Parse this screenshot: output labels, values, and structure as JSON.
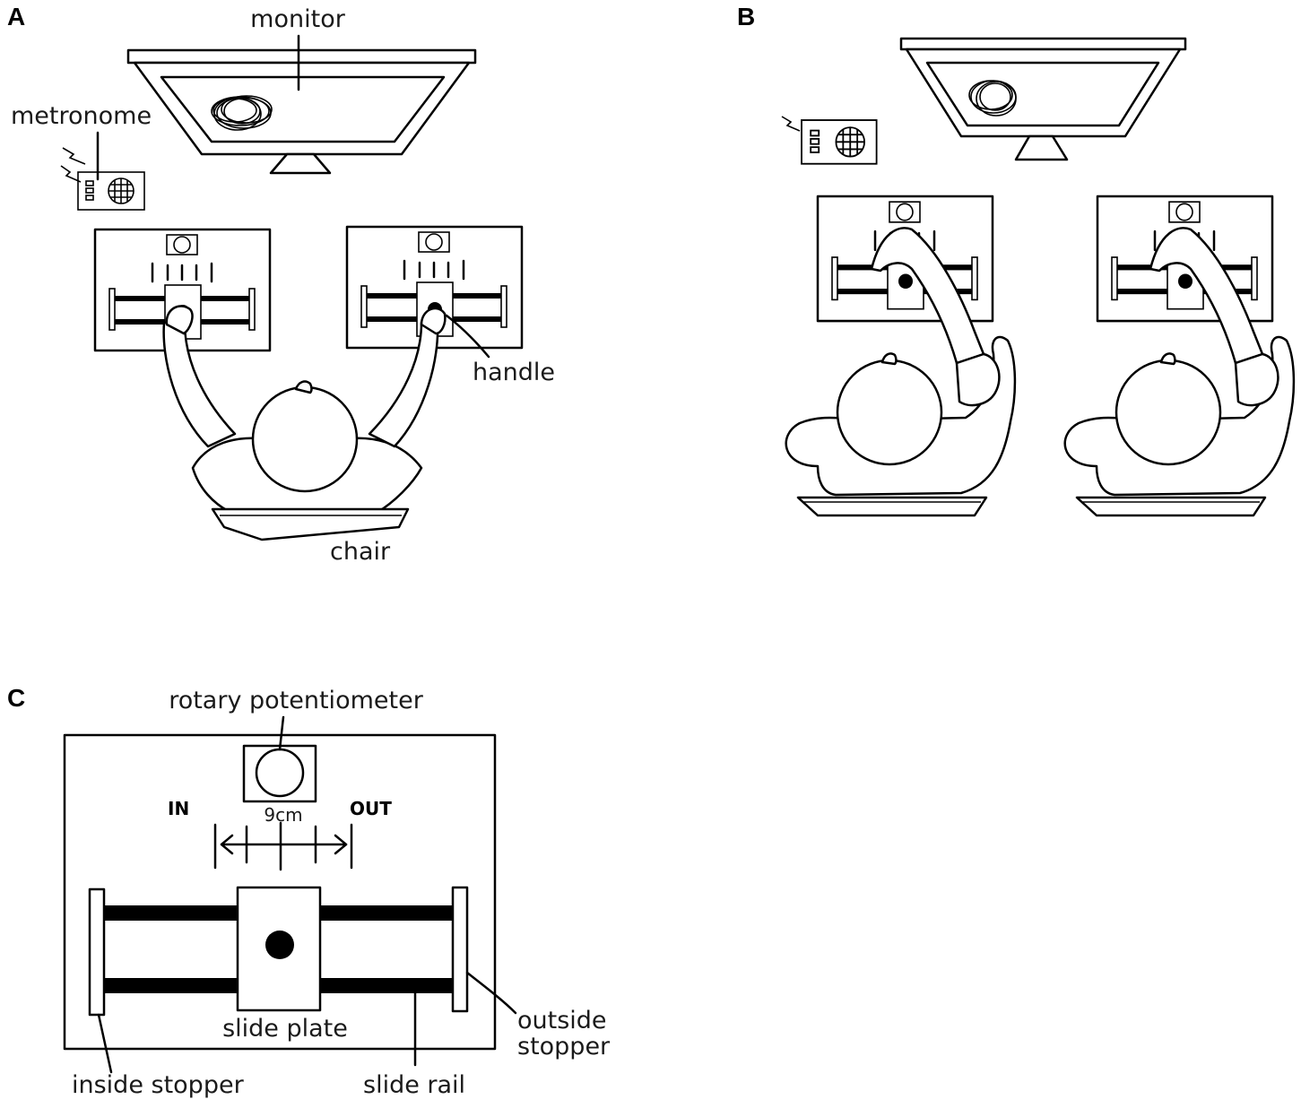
{
  "panels": {
    "a": "A",
    "b": "B",
    "c": "C"
  },
  "labels": {
    "monitor": "monitor",
    "metronome": "metronome",
    "handle": "handle",
    "chair": "chair",
    "rotary_potentiometer": "rotary potentiometer",
    "in": "IN",
    "out": "OUT",
    "distance": "9cm",
    "slide_plate": "slide plate",
    "outside_stopper_line1": "outside",
    "outside_stopper_line2": "stopper",
    "inside_stopper": "inside stopper",
    "slide_rail": "slide rail"
  },
  "colors": {
    "line": "#000000",
    "background": "#ffffff"
  }
}
